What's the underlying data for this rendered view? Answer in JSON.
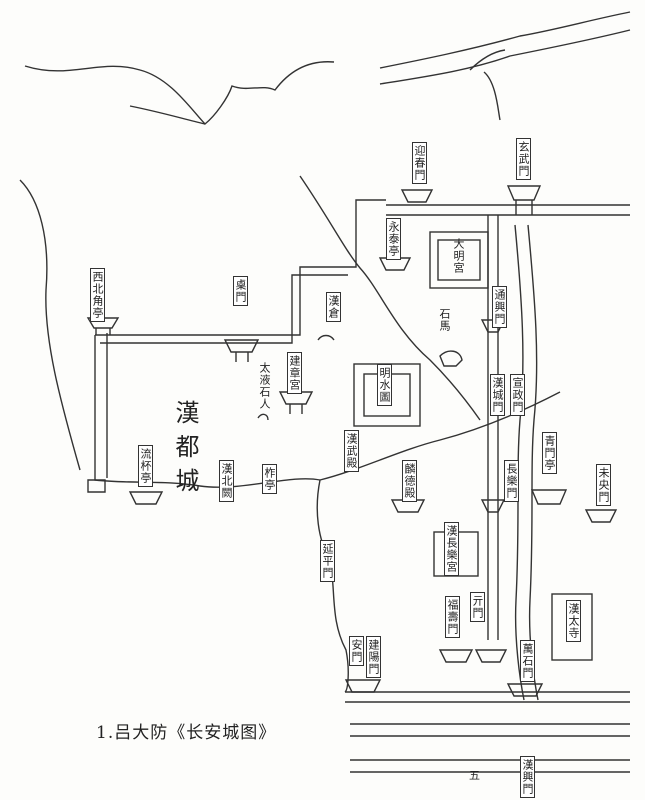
{
  "caption": "1.吕大防《长安城图》",
  "labels": {
    "han_du_cheng": "漢都城",
    "xibei_jiao_ting": "西北角亭",
    "yong_men": "㮚門",
    "han_chang": "漢倉",
    "taiyi_shiren": "太液石人",
    "jian_zhang_gong": "建章宮",
    "liu_cheng_ting": "流杯亭",
    "han_bei_que": "漢北闕",
    "tai_ting": "柞亭",
    "ming_shui_tu": "明水圖",
    "yong_an_ting": "永泰亭",
    "ying_chun_men": "迎春門",
    "xuan_wu_men": "玄武門",
    "da_ming_gong": "大明宮",
    "shi_ma": "石馬",
    "han_wu_tang": "漢武殿",
    "lin_de_dian": "麟德殿",
    "chang_le_men": "長樂門",
    "qing_men_ting": "青門亭",
    "han_chang_le_gong": "漢長樂宮",
    "wei_yang_men": "未央門",
    "fu_shou_men": "福壽門",
    "an_men": "安門",
    "jian_yang_men": "建陽門",
    "han_tai_si": "漢太寺",
    "wan_shi_men": "萬石門",
    "qi_men": "亓門",
    "tong_xing_men": "通興門",
    "xuan_zheng_men": "宣政門",
    "han_cheng_men": "漢城門",
    "yan_ping_men": "延平門",
    "wu_mark": "五",
    "han_xing_men": "漢興門"
  }
}
